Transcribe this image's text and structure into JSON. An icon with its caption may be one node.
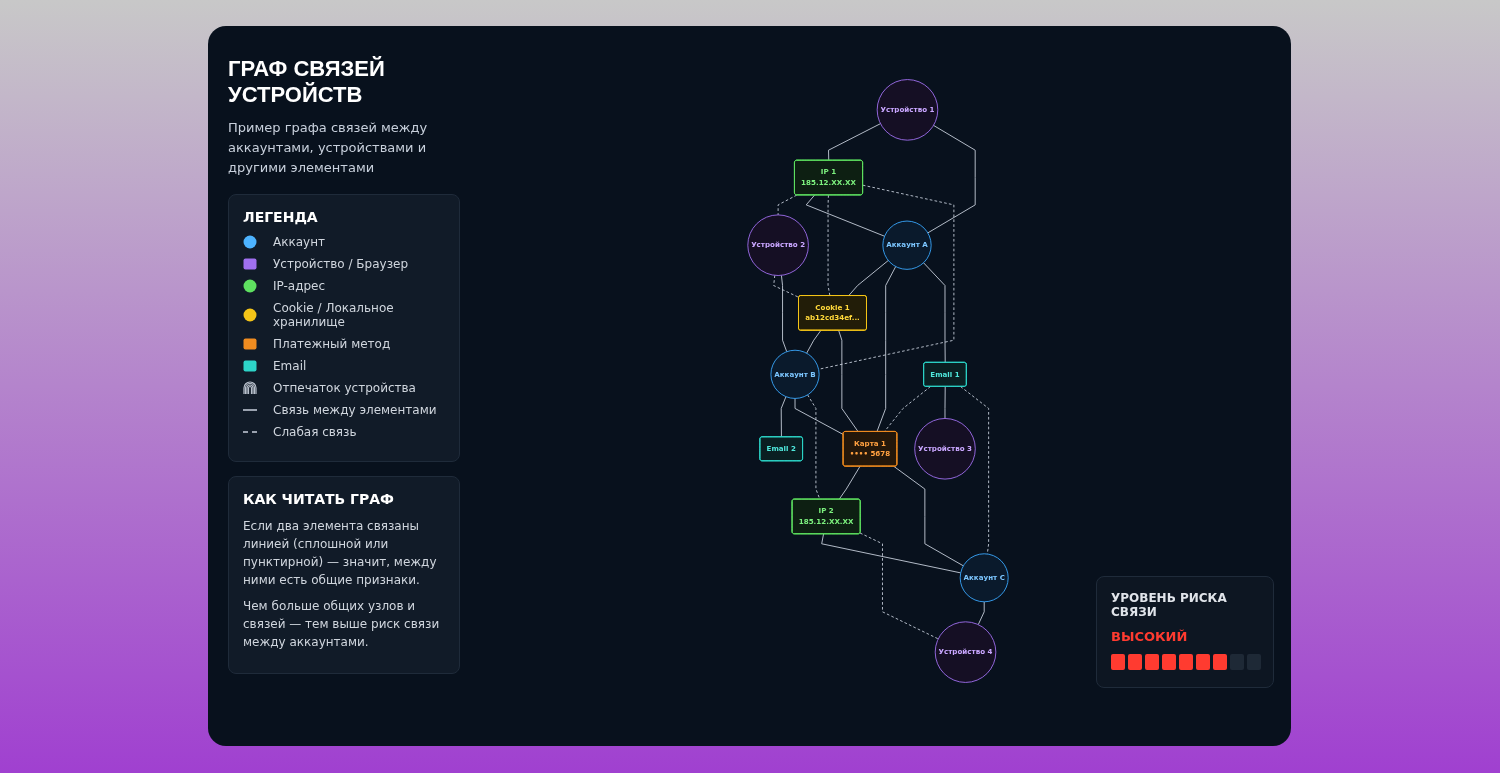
{
  "diagram": {
    "title": "ГРАФ СВЯЗЕЙ УСТРОЙСТВ",
    "nodes": [
      {
        "text": [
          "Устройство 1"
        ]
      },
      {
        "text": [
          "IP 1",
          "185.12.XX.XX"
        ]
      },
      {
        "text": [
          "Устройство 2"
        ]
      },
      {
        "text": [
          "Аккаунт A"
        ]
      },
      {
        "text": [
          "Cookie 1",
          "ab12cd34ef..."
        ]
      },
      {
        "text": [
          "Аккаунт B"
        ]
      },
      {
        "text": [
          "Email 2"
        ]
      },
      {
        "text": [
          "Email 1"
        ]
      },
      {
        "text": [
          "Карта 1",
          "•••• 5678"
        ]
      },
      {
        "text": [
          "IP 2",
          "185.12.XX.XX"
        ]
      },
      {
        "text": [
          "Устройство 3"
        ]
      },
      {
        "text": [
          "Аккаунт C"
        ]
      },
      {
        "text": [
          "Устройство 4"
        ]
      }
    ],
    "edges": [
      {
        "from": 0,
        "to": 1,
        "arrow": "none"
      },
      {
        "from": 0,
        "to": 3,
        "arrow": "none"
      },
      {
        "from": 1,
        "to": 2,
        "arrow": "none",
        "style": "dashed"
      },
      {
        "from": 1,
        "to": 3,
        "arrow": "none"
      },
      {
        "from": 1,
        "to": 4,
        "arrow": "none",
        "style": "dashed"
      },
      {
        "from": 1,
        "to": 5,
        "arrow": "none",
        "style": "dashed"
      },
      {
        "from": 2,
        "to": 4,
        "arrow": "none",
        "style": "dashed"
      },
      {
        "from": 2,
        "to": 5,
        "arrow": "none"
      },
      {
        "from": 3,
        "to": 4,
        "arrow": "none"
      },
      {
        "from": 4,
        "to": 5,
        "arrow": "none"
      },
      {
        "from": 3,
        "to": 8,
        "arrow": "none"
      },
      {
        "from": 3,
        "to": 7,
        "arrow": "none"
      },
      {
        "from": 4,
        "to": 8,
        "arrow": "none"
      },
      {
        "from": 5,
        "to": 6,
        "arrow": "none"
      },
      {
        "from": 5,
        "to": 8,
        "arrow": "none"
      },
      {
        "from": 5,
        "to": 9,
        "arrow": "none",
        "style": "dashed"
      },
      {
        "from": 7,
        "to": 8,
        "arrow": "none",
        "style": "dashed"
      },
      {
        "from": 8,
        "to": 9,
        "arrow": "none"
      },
      {
        "from": 8,
        "to": 11,
        "arrow": "none"
      },
      {
        "from": 7,
        "to": 10,
        "arrow": "none"
      },
      {
        "from": 7,
        "to": 11,
        "arrow": "none",
        "style": "dashed"
      },
      {
        "from": 9,
        "to": 11,
        "arrow": "none"
      },
      {
        "from": 9,
        "to": 12,
        "arrow": "none",
        "style": "dashed"
      },
      {
        "from": 11,
        "to": 12,
        "arrow": "none"
      }
    ],
    "labels": [
      "Пример графа связей между аккаунтами, устройствами и другими элементами",
      "ЛЕГЕНДА",
      "КАК ЧИТАТЬ ГРАФ",
      "Если два элемента связаны линией (сплошной или пунктирной) — значит, между ними есть общие признаки.",
      "Чем больше общих узлов и связей — тем выше риск связи между аккаунтами.",
      "УРОВЕНЬ РИСКА СВЯЗИ",
      "ВЫСОКИЙ"
    ],
    "legend": [
      {
        "text": "Аккаунт",
        "color": "#4db3ff"
      },
      {
        "text": "Устройство / Браузер",
        "color": "#a070f0"
      },
      {
        "text": "IP-адрес",
        "color": "#5ee060"
      },
      {
        "text": "Cookie / Локальное хранилище",
        "color": "#f5c518"
      },
      {
        "text": "Платежный метод",
        "color": "#f08c20"
      },
      {
        "text": "Email",
        "color": "#2dd4c8"
      },
      {
        "text": "Отпечаток устройства"
      },
      {
        "text": "Связь между элементами"
      },
      {
        "text": "Слабая связь"
      }
    ]
  }
}
